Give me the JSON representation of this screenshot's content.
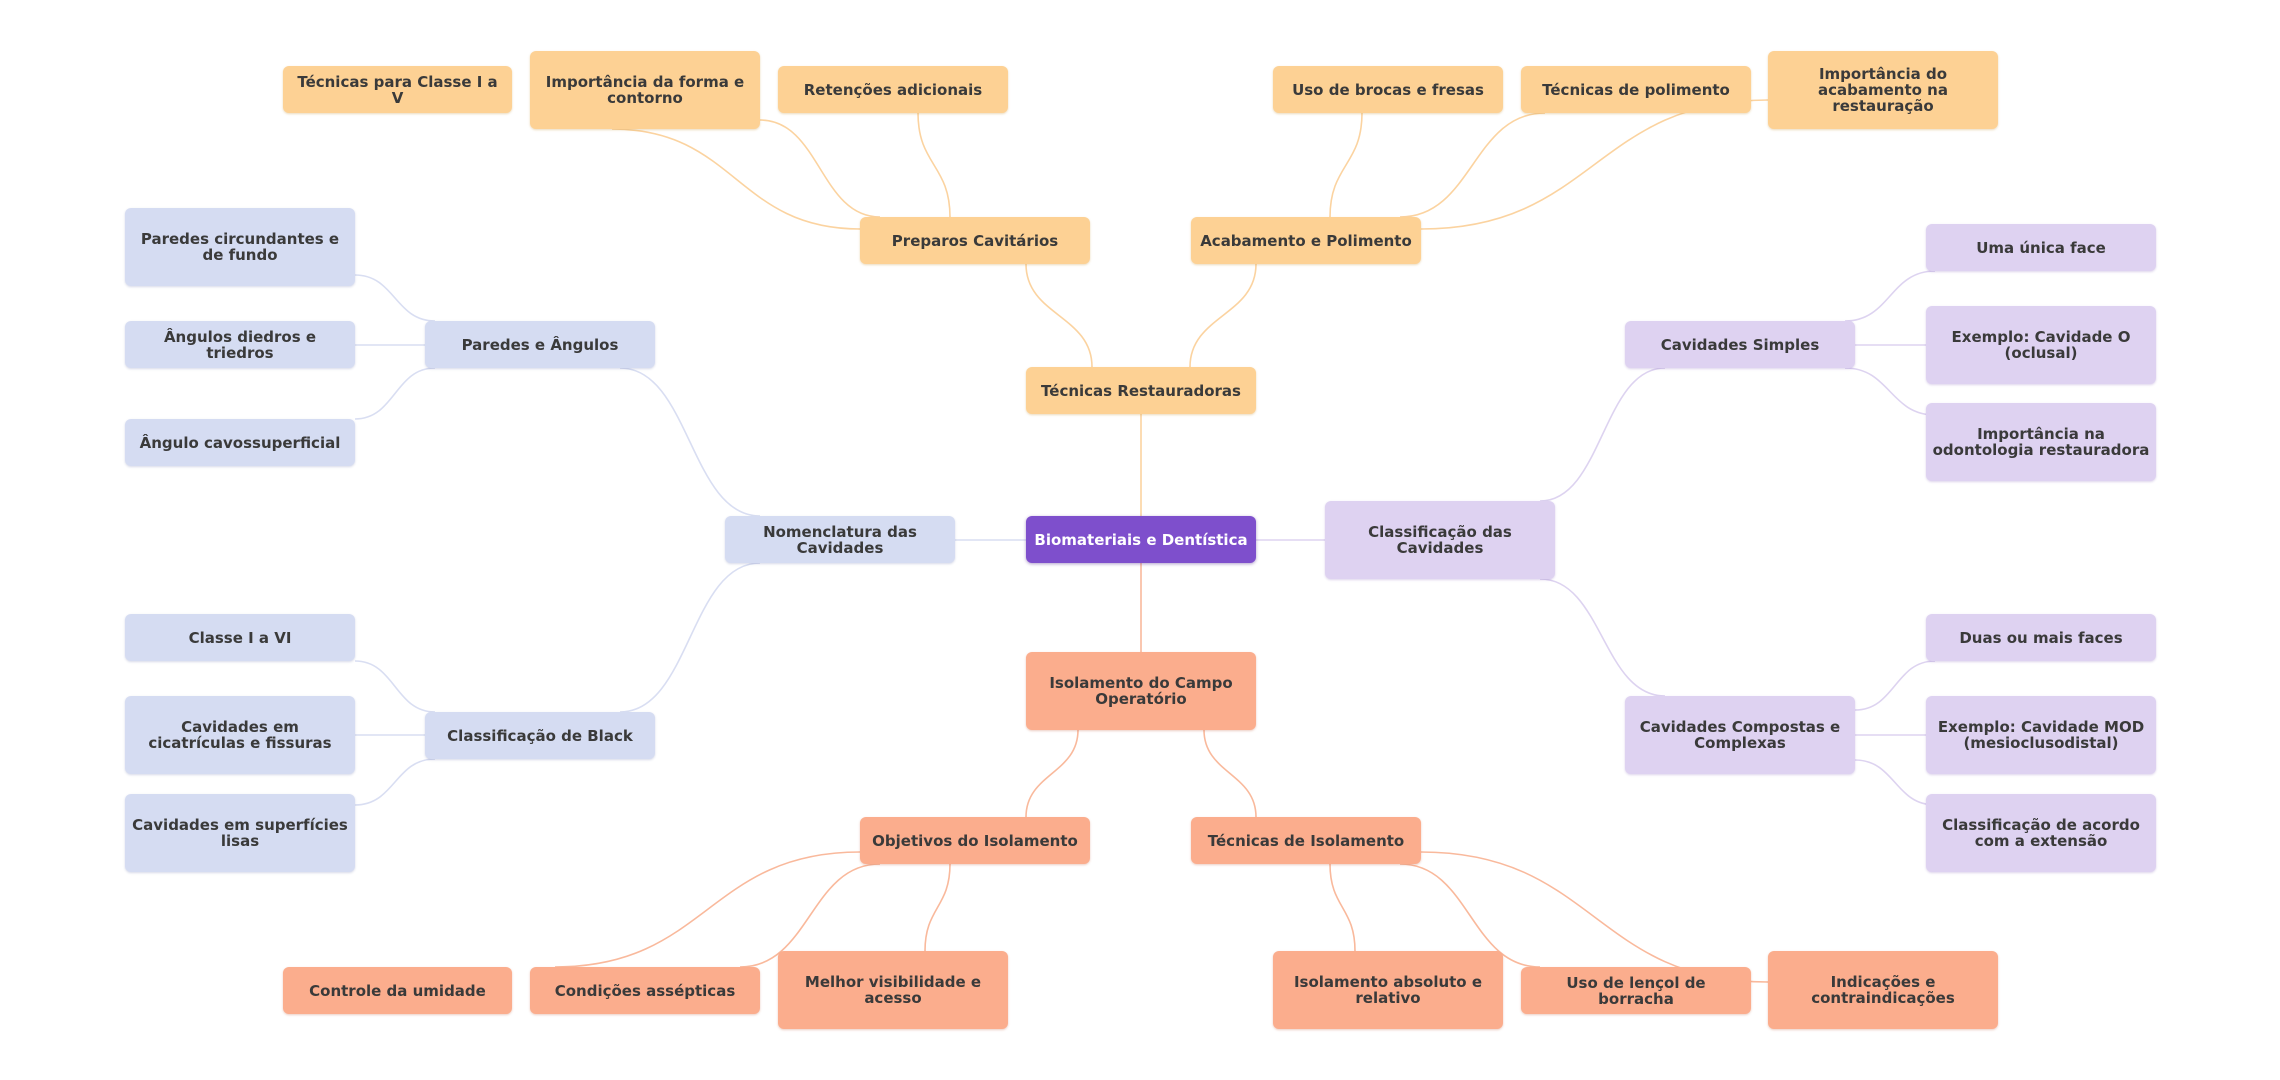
{
  "colors": {
    "center": "#7e4fcc",
    "orange": "#fdd194",
    "salmon": "#fbad8d",
    "blue": "#d5dcf2",
    "lilac": "#ded2f1",
    "edge_orange": "#fbd3a0",
    "edge_salmon": "#f9b99c",
    "edge_blue": "#d9def2",
    "edge_lilac": "#ddd3f0"
  },
  "mindmap": {
    "center": "Biomateriais e Dentística",
    "tecnicas_restauradoras": {
      "label": "Técnicas Restauradoras",
      "preparos": {
        "label": "Preparos Cavitários",
        "items": [
          "Técnicas para Classe I a V",
          "Importância da forma e contorno",
          "Retenções adicionais"
        ]
      },
      "acabamento": {
        "label": "Acabamento e Polimento",
        "items": [
          "Uso de brocas e fresas",
          "Técnicas de polimento",
          "Importância do acabamento na restauração"
        ]
      }
    },
    "isolamento": {
      "label": "Isolamento do Campo Operatório",
      "objetivos": {
        "label": "Objetivos do Isolamento",
        "items": [
          "Controle da umidade",
          "Condições assépticas",
          "Melhor visibilidade e acesso"
        ]
      },
      "tecnicas": {
        "label": "Técnicas de Isolamento",
        "items": [
          "Isolamento absoluto e relativo",
          "Uso de lençol de borracha",
          "Indicações e contraindicações"
        ]
      }
    },
    "nomenclatura": {
      "label": "Nomenclatura das Cavidades",
      "paredes": {
        "label": "Paredes e Ângulos",
        "items": [
          "Paredes circundantes e de fundo",
          "Ângulos diedros e triedros",
          "Ângulo cavossuperficial"
        ]
      },
      "black": {
        "label": "Classificação de Black",
        "items": [
          "Classe I a VI",
          "Cavidades em cicatrículas e fissuras",
          "Cavidades em superfícies lisas"
        ]
      }
    },
    "classificacao": {
      "label": "Classificação das Cavidades",
      "simples": {
        "label": "Cavidades Simples",
        "items": [
          "Uma única face",
          "Exemplo: Cavidade O (oclusal)",
          "Importância na odontologia restauradora"
        ]
      },
      "compostas": {
        "label": "Cavidades Compostas e Complexas",
        "items": [
          "Duas ou mais faces",
          "Exemplo: Cavidade MOD (mesioclusodistal)",
          "Classificação de acordo com a extensão"
        ]
      }
    }
  }
}
